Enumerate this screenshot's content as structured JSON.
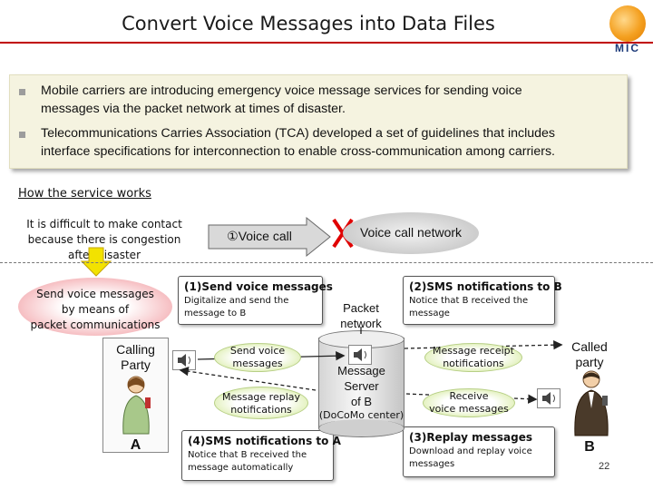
{
  "title": "Convert Voice Messages into Data Files",
  "logo": {
    "text": "MIC"
  },
  "bullets": [
    {
      "text_line1": "Mobile carriers are introducing emergency voice message services for sending voice",
      "text_line2": "messages via the packet network at times of disaster."
    },
    {
      "text_line1": "Telecommunications Carries Association (TCA) developed a set of guidelines that includes",
      "text_line2": "interface specifications for interconnection to enable cross-communication among carriers."
    }
  ],
  "how_it_works": "How the service works",
  "congestion": {
    "line1": "It is difficult to make contact",
    "line2": "because there is congestion",
    "line3": "after disaster"
  },
  "voice_call": "①Voice call",
  "voice_call_network": "Voice call network",
  "send_means": {
    "line1": "Send voice messages",
    "line2": "by means of",
    "line3": "packet communications"
  },
  "calling_party": {
    "line1": "Calling",
    "line2": "Party",
    "id": "A"
  },
  "called_party": {
    "line1": "Called",
    "line2": "party",
    "id": "B"
  },
  "step1": {
    "title": "(1)Send voice messages",
    "line1": "Digitalize and send the",
    "line2": "message to B"
  },
  "step2": {
    "title": "(2)SMS notifications to B",
    "line1": "Notice that B received the",
    "line2": "message"
  },
  "step3": {
    "title": "(3)Replay messages",
    "line1": "Download and replay voice",
    "line2": "messages"
  },
  "step4": {
    "title": "(4)SMS notifications to A",
    "line1": "Notice that B received the",
    "line2": "message automatically"
  },
  "packet_network": {
    "line1": "Packet",
    "line2": "network"
  },
  "server": {
    "line1": "Message",
    "line2": "Server",
    "line3": "of B",
    "carrier": "(DoCoMo center)"
  },
  "pills": {
    "send_voice": {
      "line1": "Send voice",
      "line2": "messages"
    },
    "replay_notif": {
      "line1": "Message replay",
      "line2": "notifications"
    },
    "receipt_notif": {
      "line1": "Message receipt",
      "line2": "notifications"
    },
    "receive_voice": {
      "line1": "Receive",
      "line2": "voice messages"
    }
  },
  "page_number": "22",
  "colors": {
    "title_rule": "#c00000",
    "x_mark": "#e00000",
    "arrow_yellow": "#f2e200",
    "pill_green": "#c6e08a",
    "ellipse_pink": "#f09aa0"
  }
}
